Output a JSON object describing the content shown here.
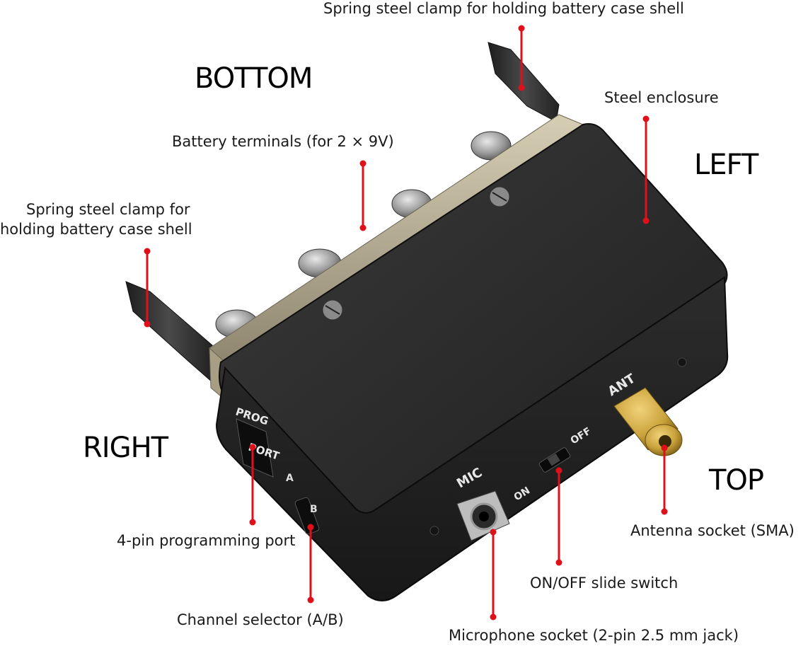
{
  "side_labels": {
    "bottom": "BOTTOM",
    "left": "LEFT",
    "right": "RIGHT",
    "top": "TOP"
  },
  "callouts": {
    "spring_clamp_top": "Spring steel clamp for holding battery case shell",
    "spring_clamp_left_line1": "Spring steel clamp for",
    "spring_clamp_left_line2": "holding battery case shell",
    "battery_terminals": "Battery terminals (for 2 × 9V)",
    "steel_enclosure": "Steel enclosure",
    "programming_port": "4-pin programming port",
    "channel_selector": "Channel selector (A/B)",
    "microphone_socket": "Microphone socket (2-pin 2.5 mm jack)",
    "on_off_switch": "ON/OFF slide switch",
    "antenna_socket": "Antenna socket (SMA)"
  },
  "device_markings": {
    "prog": "PROG",
    "port": "PORT",
    "mic": "MIC",
    "ant": "ANT",
    "on": "ON",
    "off": "OFF",
    "ch_a": "A",
    "ch_b": "B"
  },
  "colors": {
    "leader": "#e0101a",
    "enclosure": "#262626",
    "enclosure_highlight": "#3a3a3a",
    "clamp": "#2e2e2e",
    "rail": "#b8ad8f",
    "brass": "#c9a23a"
  }
}
